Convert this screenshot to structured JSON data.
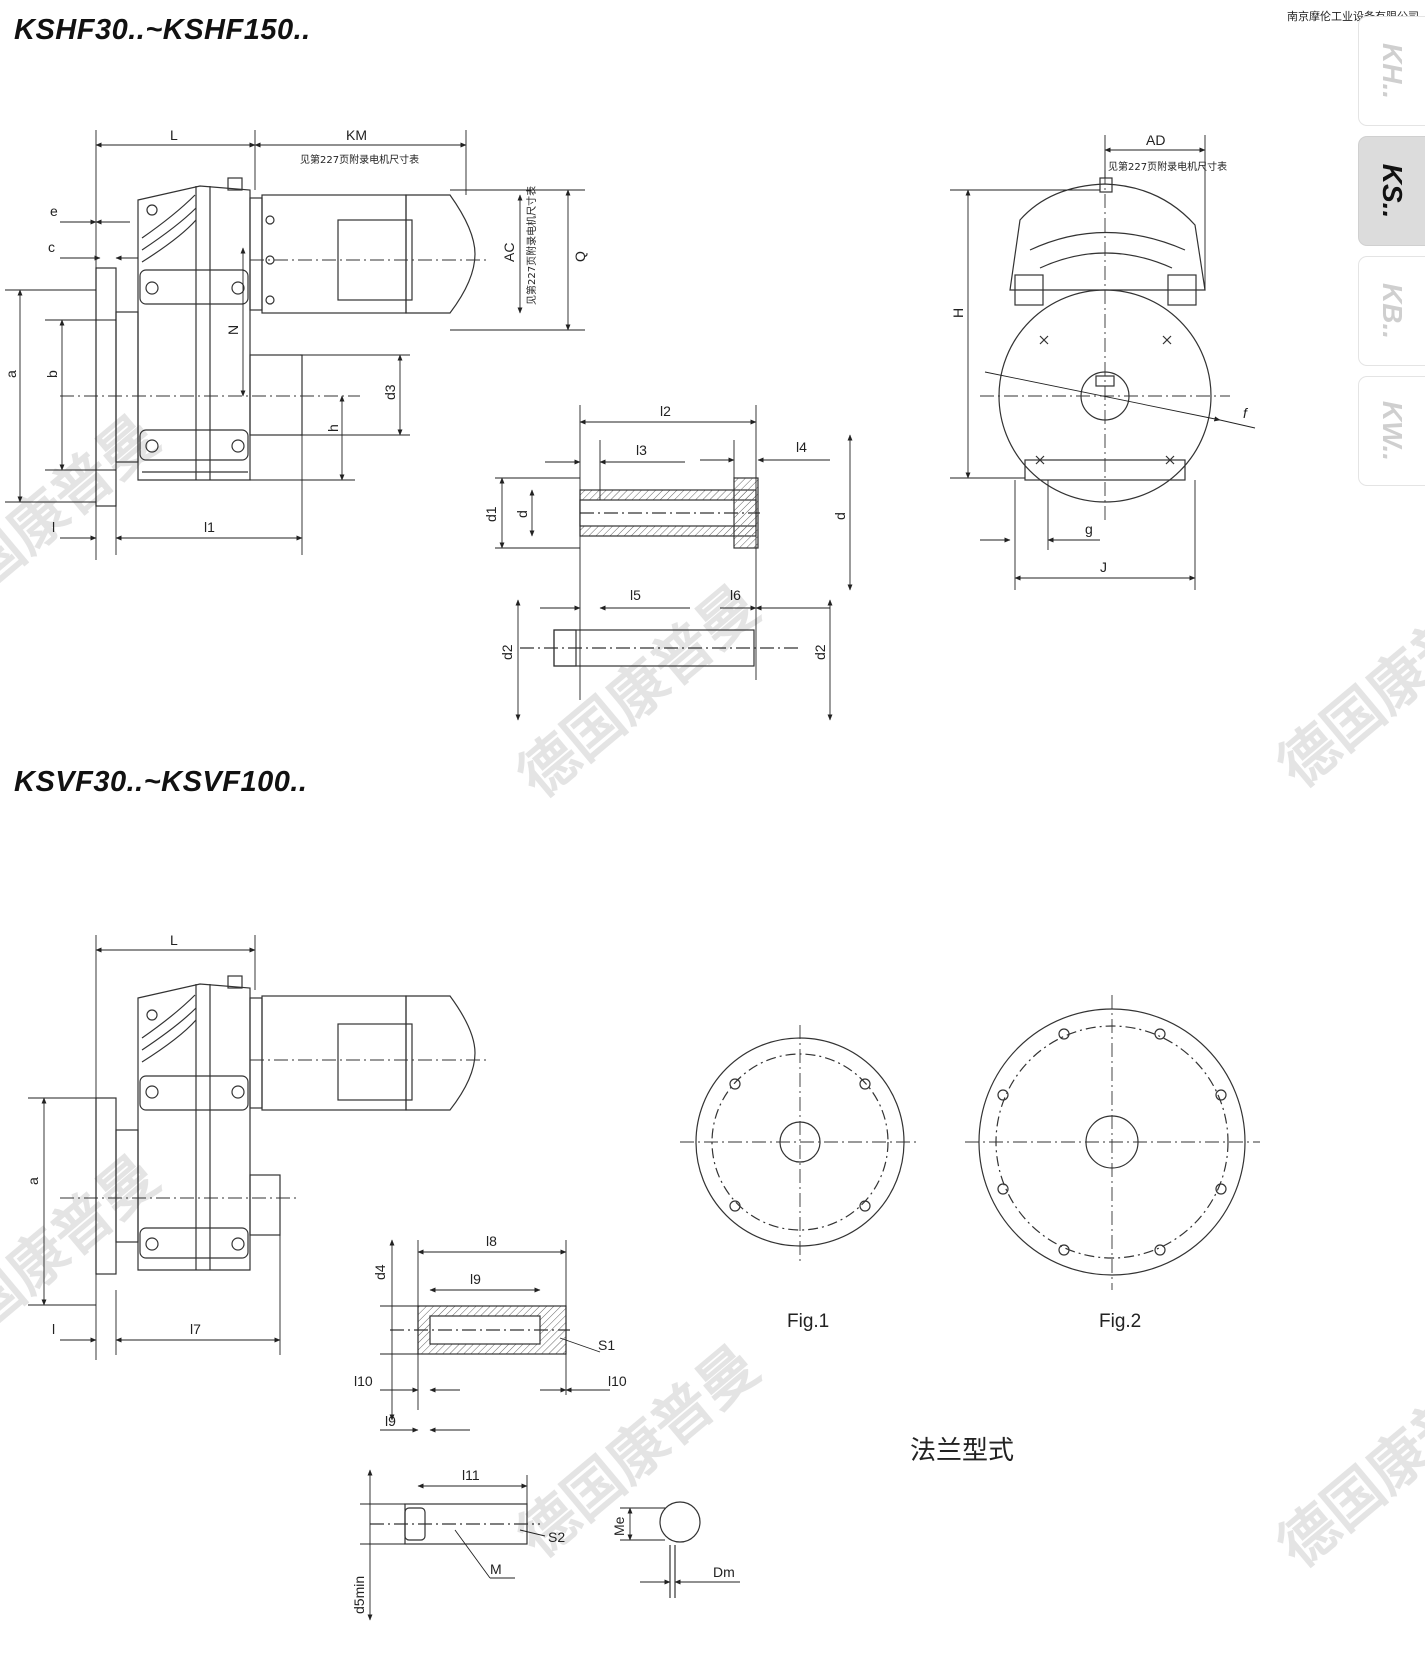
{
  "company": "南京摩伦工业设备有限公司",
  "titles": {
    "section1": "KSHF30..~KSHF150..",
    "section2": "KSVF30..~KSVF100.."
  },
  "tabs": [
    {
      "label": "KH..",
      "active": false
    },
    {
      "label": "KS..",
      "active": true
    },
    {
      "label": "KB..",
      "active": false
    },
    {
      "label": "KW..",
      "active": false
    }
  ],
  "watermark": "德国康普曼",
  "motor_note": "见第227页附录电机尺寸表",
  "dims_top": {
    "L": "L",
    "KM": "KM",
    "AC": "AC",
    "Q": "Q",
    "N": "N",
    "e": "e",
    "c": "c",
    "a": "a",
    "b": "b",
    "d3": "d3",
    "h": "h",
    "l": "l",
    "l1": "l1",
    "AD": "AD",
    "H": "H",
    "f": "f",
    "g": "g",
    "J": "J",
    "l2": "l2",
    "l3": "l3",
    "l4": "l4",
    "d1": "d1",
    "d": "d",
    "l5": "l5",
    "l6": "l6",
    "d2": "d2"
  },
  "dims_bottom": {
    "L": "L",
    "a": "a",
    "l": "l",
    "l7": "l7",
    "d4": "d4",
    "l8": "l8",
    "l9": "l9",
    "S1": "S1",
    "l10": "l10",
    "l11": "l11",
    "S2": "S2",
    "M": "M",
    "d5min": "d5min",
    "Me": "Me",
    "Dm": "Dm"
  },
  "fig1": "Fig.1",
  "fig2": "Fig.2",
  "flange_label": "法兰型式"
}
